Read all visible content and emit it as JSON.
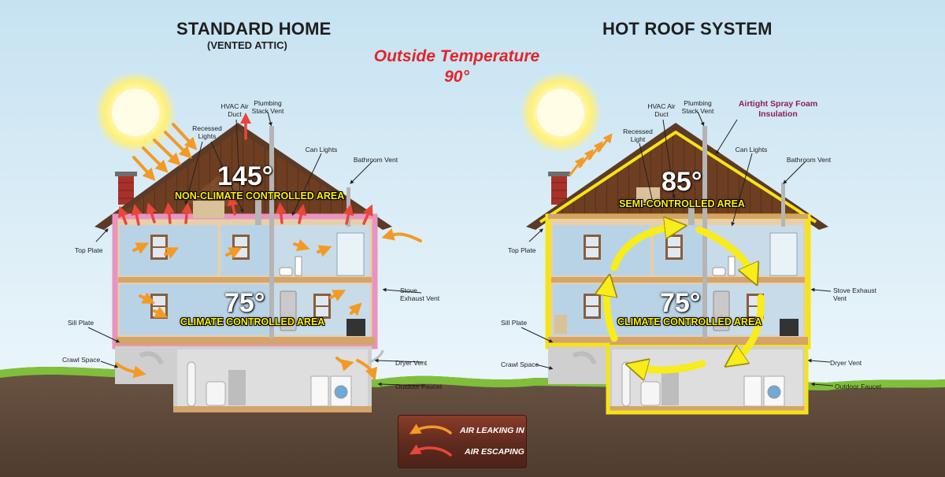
{
  "left_house": {
    "title": "STANDARD HOME",
    "subtitle": "(VENTED ATTIC)",
    "attic_temp": "145°",
    "attic_area": "NON-CLIMATE CONTROLLED AREA",
    "living_temp": "75°",
    "living_area": "CLIMATE CONTROLLED AREA",
    "callouts": {
      "hvac": "HVAC Air Duct",
      "plumbing": "Plumbing Stack Vent",
      "recessed": "Recessed Lights",
      "can_lights": "Can Lights",
      "bathroom_vent": "Bathroom Vent",
      "top_plate": "Top Plate",
      "sill_plate": "Sill Plate",
      "crawl_space": "Crawl Space",
      "stove_exhaust": "Stove Exhaust Vent",
      "dryer_vent": "Dryer Vent",
      "outdoor_faucet": "Outdoor Faucet"
    }
  },
  "right_house": {
    "title": "HOT ROOF SYSTEM",
    "foam": "Airtight Spray Foam Insulation",
    "attic_temp": "85°",
    "attic_area": "SEMI-CONTROLLED AREA",
    "living_temp": "75°",
    "living_area": "CLIMATE CONTROLLED AREA",
    "callouts": {
      "hvac": "HVAC Air Duct",
      "plumbing": "Plumbing Stack Vent",
      "recessed": "Recessed Light",
      "can_lights": "Can Lights",
      "bathroom_vent": "Bathroom Vent",
      "top_plate": "Top Plate",
      "sill_plate": "Sill Plate",
      "crawl_space": "Crawl Space",
      "stove_exhaust": "Stove Exhaust Vent",
      "dryer_vent": "Dryer Vent",
      "outdoor_faucet": "Outdoor Faucet"
    }
  },
  "outside": {
    "line1": "Outside Temperature",
    "line2": "90°"
  },
  "legend": {
    "leak_in": "AIR LEAKING IN",
    "escaping": "AIR ESCAPING"
  },
  "colors": {
    "sky_top": "#c9e4f2",
    "ground": "#5f4a3a",
    "grass": "#7fbf3b",
    "roof": "#6a3b22",
    "wall": "#f1ddc0",
    "room": "#b9d3e6",
    "basement": "#d9d9d9",
    "pink_insulation": "#e894c0",
    "foam_insulation": "#f5e31a",
    "air_in": "#f39a25",
    "air_out": "#e8473a",
    "circulation": "#f8ec1a",
    "sun": "#fff6a8"
  }
}
